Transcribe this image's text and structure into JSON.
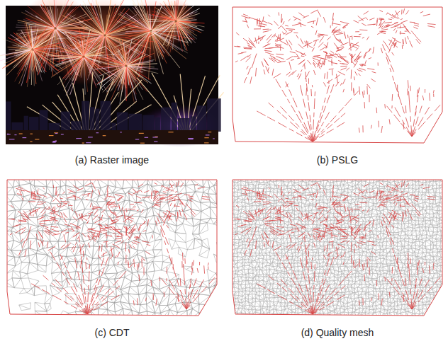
{
  "diagram": {
    "labels": [
      "(a) Raster image",
      "(b) PSLG",
      "(c) CDT",
      "(d) Quality mesh"
    ]
  }
}
